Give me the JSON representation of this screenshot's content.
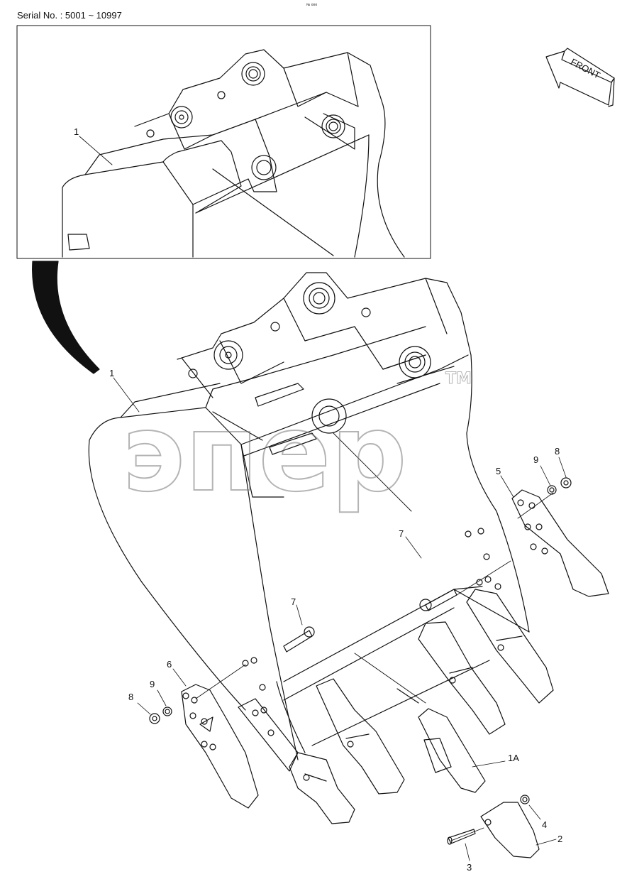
{
  "header": {
    "serial_label": "Serial No. : 5001 ~ 10997",
    "tiny_mark": "№ ooo"
  },
  "front_arrow": {
    "label": "FRONT"
  },
  "watermark": {
    "text": "эпер",
    "tm": "TM",
    "color": "#d0d0d0"
  },
  "callouts": {
    "inset_1": "1",
    "main_1": "1",
    "c5": "5",
    "c9_right": "9",
    "c8_right": "8",
    "c7_upper": "7",
    "c7_lower": "7",
    "c6": "6",
    "c9_left": "9",
    "c8_left": "8",
    "c1A": "1A",
    "c4": "4",
    "c2": "2",
    "c3": "3"
  },
  "colors": {
    "line": "#111111",
    "background": "#ffffff"
  }
}
